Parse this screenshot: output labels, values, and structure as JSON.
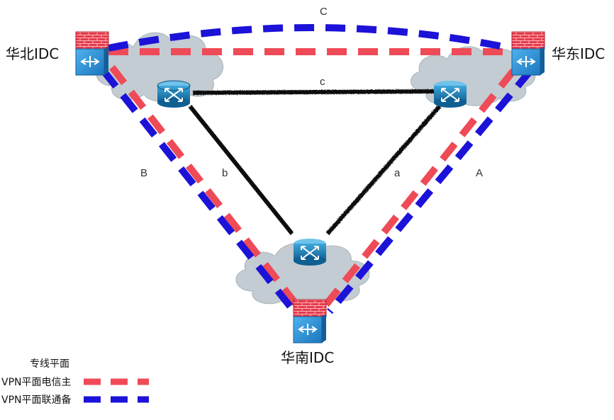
{
  "idcs": {
    "north": {
      "label": "华北IDC"
    },
    "east": {
      "label": "华东IDC"
    },
    "south": {
      "label": "华南IDC"
    }
  },
  "links": {
    "dedicated": {
      "c": "c",
      "a": "a",
      "b": "b"
    },
    "vpn": {
      "C": "C",
      "A": "A",
      "B": "B"
    }
  },
  "legend": {
    "dedicated": "专线平面",
    "telecom_primary": "VPN平面电信主",
    "unicom_backup": "VPN平面联通备"
  },
  "colors": {
    "dedicated_line": "#111111",
    "telecom_line": "#ef4a57",
    "unicom_line": "#1c12d8",
    "cloud_fill": "#c5cdd3",
    "router_fill": "#1b7fb5",
    "firewall_brick": "#e03040",
    "switch_blue": "#2c93d6"
  },
  "icons": [
    "cloud-icon",
    "router-icon",
    "firewall-icon",
    "switch-icon"
  ]
}
